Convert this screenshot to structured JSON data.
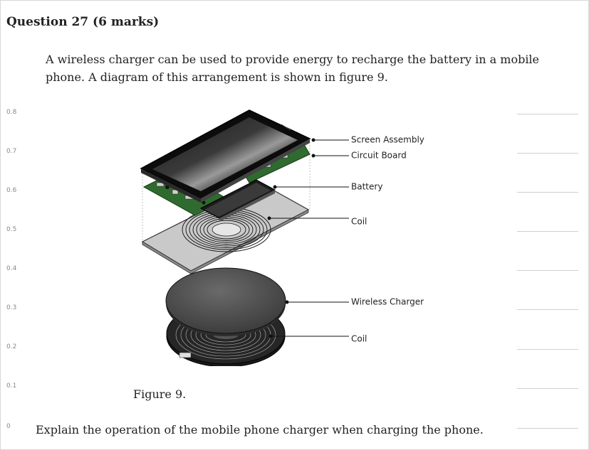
{
  "question": {
    "title": "Question 27 (6 marks)",
    "intro": "A wireless charger can be used to provide energy to recharge the battery in a mobile phone. A diagram of this arrangement is shown in figure 9.",
    "figure_caption": "Figure 9.",
    "prompt": "Explain the operation of the mobile phone charger when charging the phone."
  },
  "figure": {
    "labels": {
      "screen": "Screen Assembly",
      "circuit": "Circuit Board",
      "battery": "Battery",
      "coil_phone": "Coil",
      "charger": "Wireless Charger",
      "coil_charger": "Coil"
    }
  },
  "side_ticks": [
    "0.8",
    "0.7",
    "0.6",
    "0.5",
    "0.4",
    "0.3",
    "0.2",
    "0.1",
    "0"
  ],
  "icons": {
    "figure": "exploded-wireless-charger-illustration"
  }
}
